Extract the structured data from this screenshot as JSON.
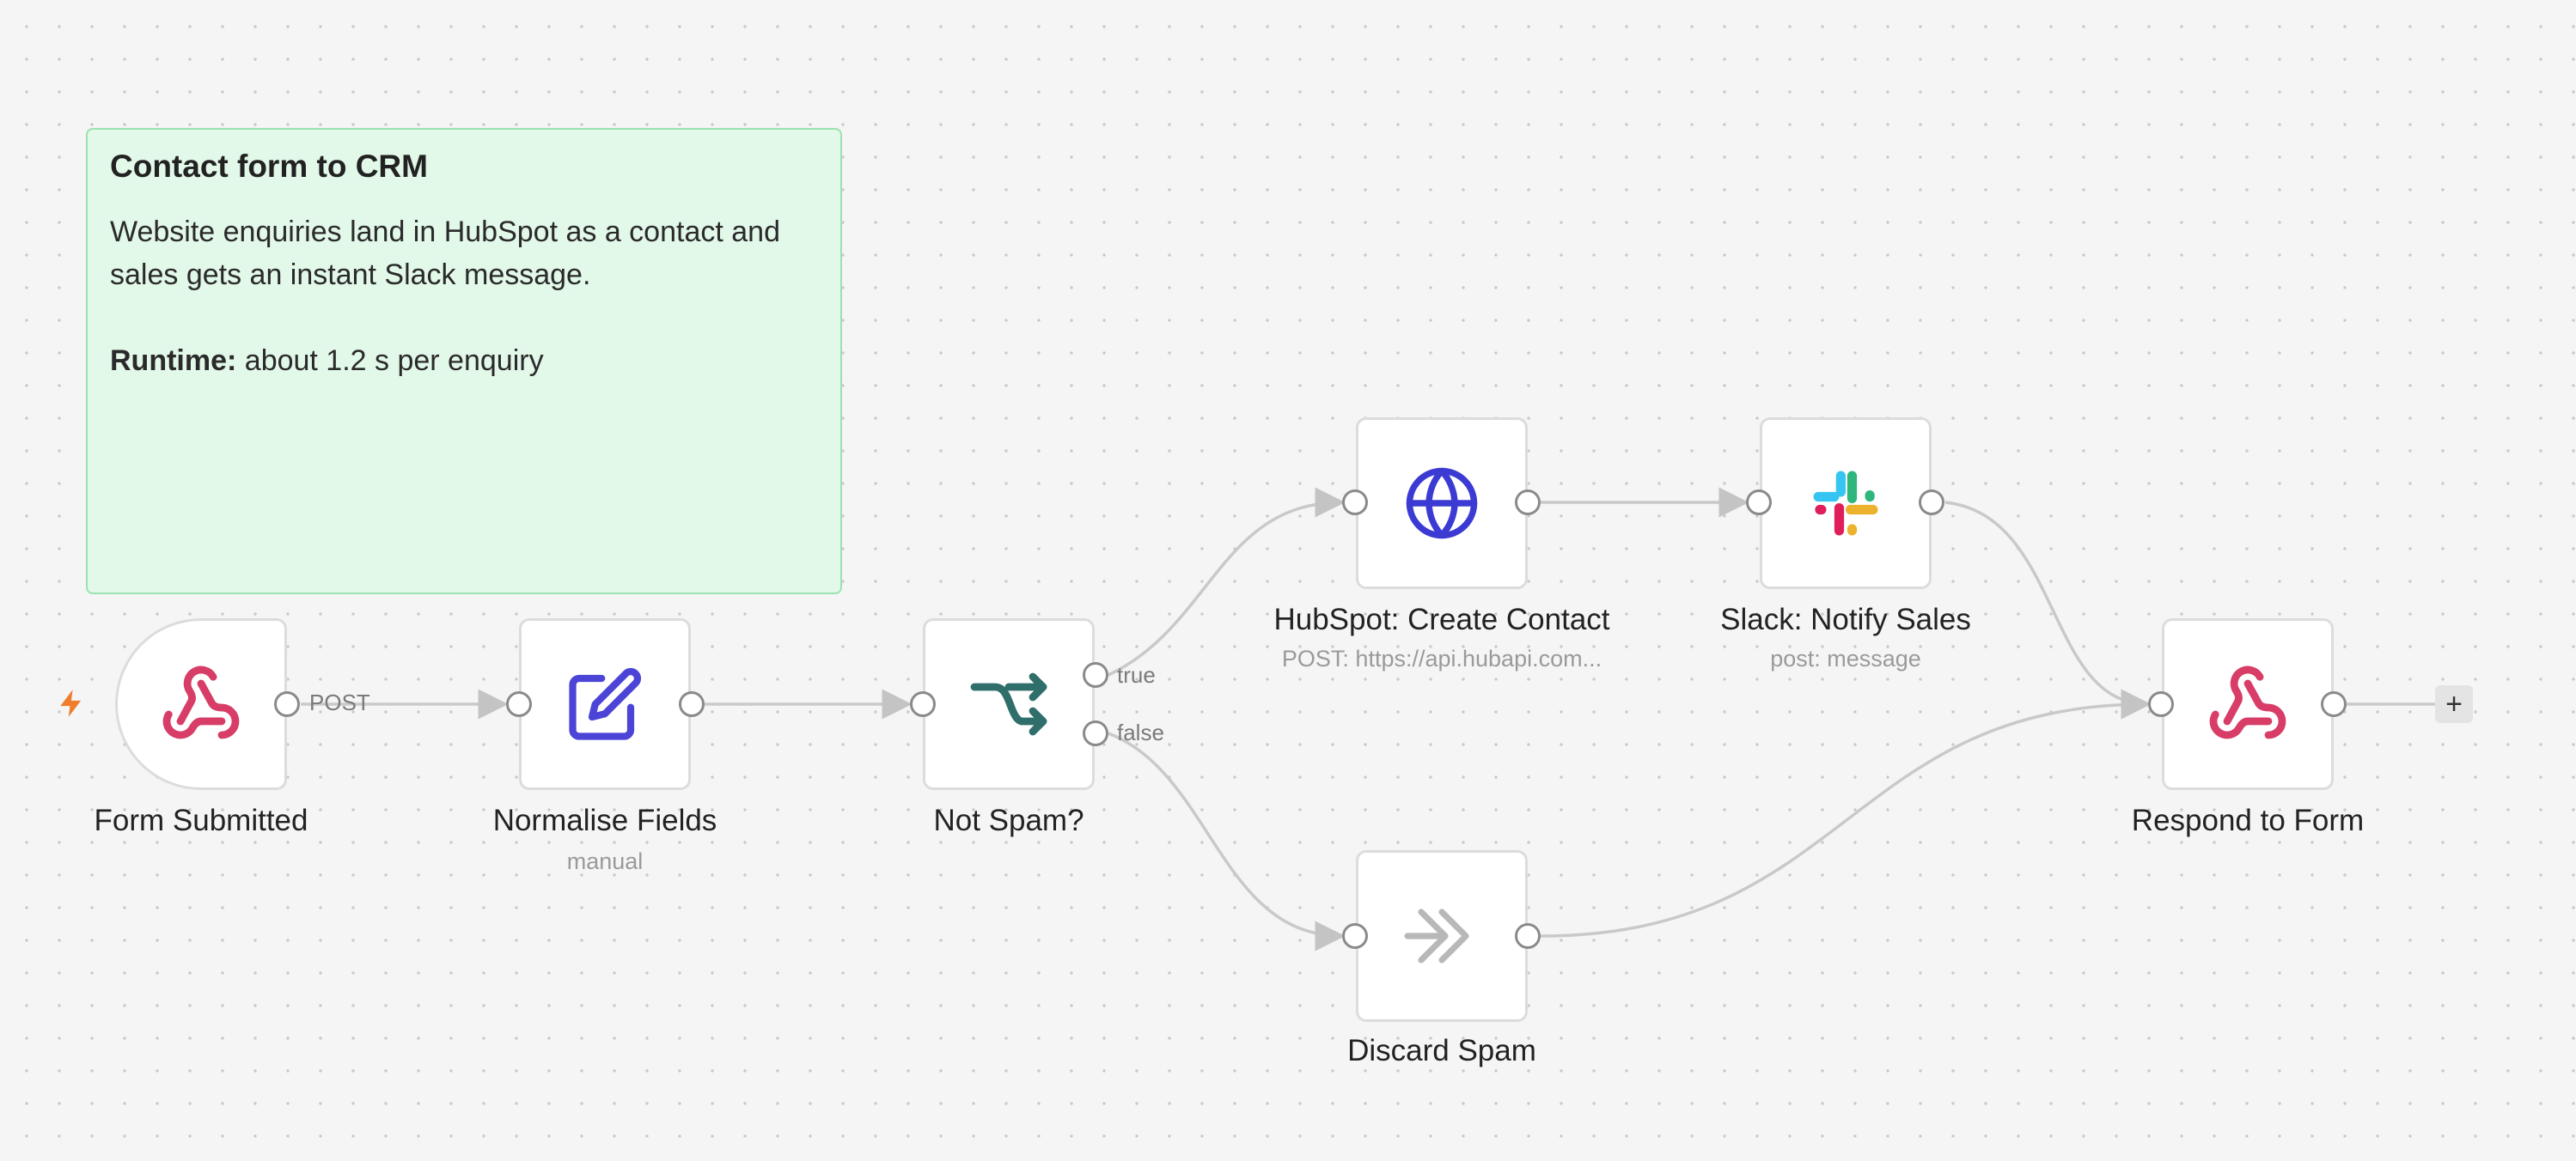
{
  "sticky": {
    "title": "Contact form to CRM",
    "body": "Website enquiries land in HubSpot as a contact and sales gets an instant Slack message.",
    "runtime_label": "Runtime:",
    "runtime_value": "about 1.2 s per enquiry"
  },
  "nodes": {
    "form_submitted": {
      "label": "Form Submitted",
      "icon": "webhook-icon"
    },
    "normalise_fields": {
      "label": "Normalise Fields",
      "sublabel": "manual",
      "icon": "edit-icon"
    },
    "not_spam": {
      "label": "Not Spam?",
      "icon": "if-branch-icon"
    },
    "hubspot": {
      "label": "HubSpot: Create Contact",
      "sublabel": "POST: https://api.hubapi.com...",
      "icon": "globe-icon"
    },
    "slack": {
      "label": "Slack: Notify Sales",
      "sublabel": "post: message",
      "icon": "slack-icon"
    },
    "discard": {
      "label": "Discard Spam",
      "icon": "no-op-icon"
    },
    "respond": {
      "label": "Respond to Form",
      "icon": "webhook-icon"
    }
  },
  "edges": {
    "post_label": "POST",
    "true_label": "true",
    "false_label": "false"
  },
  "add_button": "+",
  "colors": {
    "canvas": "#f5f5f5",
    "sticky_bg": "#e2f8e9",
    "webhook": "#d73d67",
    "edit": "#4b44d6",
    "if": "#2f6e6a",
    "globe": "#3b3bd4",
    "noop": "#b8b8b8",
    "trigger_bolt": "#ef7d2c"
  }
}
